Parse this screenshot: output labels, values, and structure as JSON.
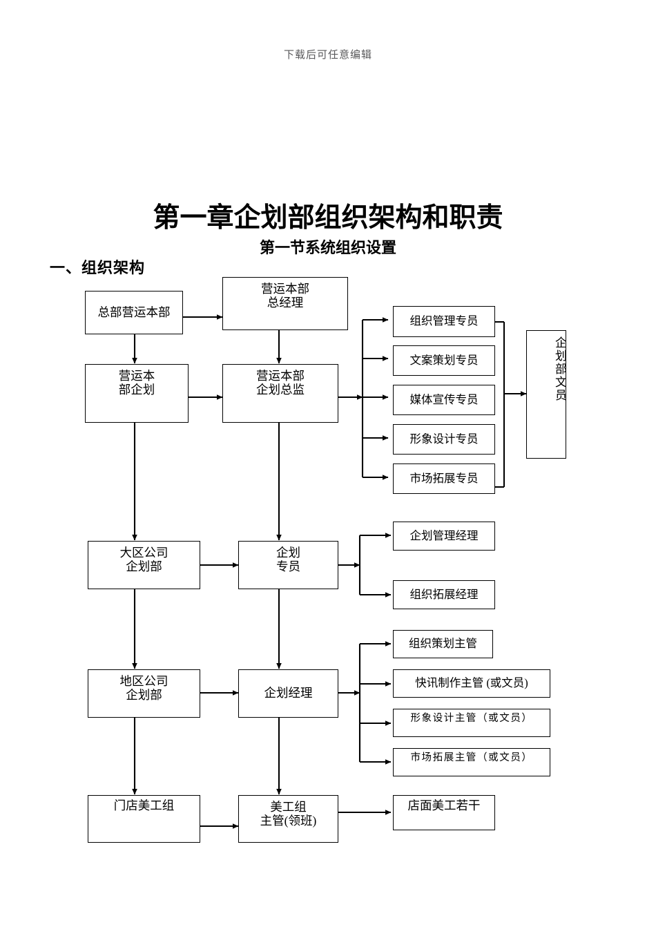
{
  "document": {
    "header_note": "下载后可任意编辑",
    "title": "第一章企划部组织架构和职责",
    "subtitle": "第一节系统组织设置",
    "section_heading": "一、组织架构"
  },
  "chart_data": {
    "type": "diagram",
    "title": "企划部组织架构图",
    "nodes": {
      "hq_operations": "总部营运本部",
      "hq_operations_gm": "营运本部\n总经理",
      "hq_planning": "营运本\n部企划",
      "hq_planning_director": "营运本部\n企划总监",
      "spec_org_mgmt": "组织管理专员",
      "spec_copywriting": "文案策划专员",
      "spec_media": "媒体宣传专员",
      "spec_design": "形象设计专员",
      "spec_market": "市场拓展专员",
      "planning_clerk": "企划部文员",
      "region_planning_dept": "大区公司\n企划部",
      "planning_specialist": "企划\n专员",
      "mgr_planning_mgmt": "企划管理经理",
      "mgr_org_expansion": "组织拓展经理",
      "district_planning_dept": "地区公司\n企划部",
      "planning_manager": "企划经理",
      "sup_org_planning": "组织策划主管",
      "sup_newsletter": "快讯制作主管 (或文员)",
      "sup_image_design": "形象设计主管（或文员）",
      "sup_market_dev": "市场拓展主管（或文员）",
      "store_art_group": "门店美工组",
      "art_group_lead": "美工组\n主管(领班)",
      "store_artists": "店面美工若干"
    },
    "edges": [
      {
        "from": "hq_operations",
        "to": "hq_operations_gm"
      },
      {
        "from": "hq_operations",
        "to": "hq_planning"
      },
      {
        "from": "hq_operations_gm",
        "to": "hq_planning_director"
      },
      {
        "from": "hq_planning",
        "to": "hq_planning_director"
      },
      {
        "from": "hq_planning_director",
        "to": "spec_org_mgmt"
      },
      {
        "from": "hq_planning_director",
        "to": "spec_copywriting"
      },
      {
        "from": "hq_planning_director",
        "to": "spec_media"
      },
      {
        "from": "hq_planning_director",
        "to": "spec_design"
      },
      {
        "from": "hq_planning_director",
        "to": "spec_market"
      },
      {
        "from": "spec_group",
        "to": "planning_clerk"
      },
      {
        "from": "hq_planning",
        "to": "region_planning_dept"
      },
      {
        "from": "hq_planning_director",
        "to": "planning_specialist"
      },
      {
        "from": "region_planning_dept",
        "to": "planning_specialist"
      },
      {
        "from": "planning_specialist",
        "to": "mgr_planning_mgmt"
      },
      {
        "from": "planning_specialist",
        "to": "mgr_org_expansion"
      },
      {
        "from": "region_planning_dept",
        "to": "district_planning_dept"
      },
      {
        "from": "planning_specialist",
        "to": "planning_manager"
      },
      {
        "from": "district_planning_dept",
        "to": "planning_manager"
      },
      {
        "from": "planning_manager",
        "to": "sup_org_planning"
      },
      {
        "from": "planning_manager",
        "to": "sup_newsletter"
      },
      {
        "from": "planning_manager",
        "to": "sup_image_design"
      },
      {
        "from": "planning_manager",
        "to": "sup_market_dev"
      },
      {
        "from": "district_planning_dept",
        "to": "store_art_group"
      },
      {
        "from": "planning_manager",
        "to": "art_group_lead"
      },
      {
        "from": "store_art_group",
        "to": "art_group_lead"
      },
      {
        "from": "art_group_lead",
        "to": "store_artists"
      }
    ],
    "colors": {
      "box_border": "#000000",
      "box_fill": "#ffffff",
      "line": "#000000",
      "text": "#000000",
      "header_note": "#58585a"
    }
  }
}
